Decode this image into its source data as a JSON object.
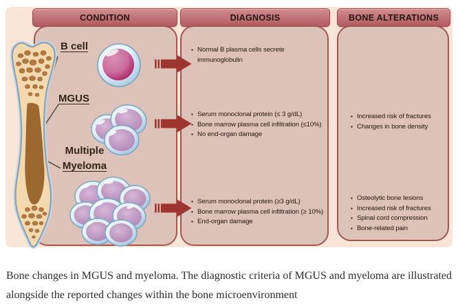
{
  "headers": {
    "condition": "CONDITION",
    "diagnosis": "DIAGNOSIS",
    "bone_alterations": "BONE ALTERATIONS"
  },
  "condition": {
    "b_cell_label": "B cell",
    "mgus_label": "MGUS",
    "myeloma_label_line1": "Multiple",
    "myeloma_label_line2": "Myeloma"
  },
  "diagnosis": {
    "b_cell": [
      "Normal B plasma cells secrete immunoglobulin"
    ],
    "mgus": [
      "Serum monoclonal protein (≤ 3 g/dL)",
      "Bone marrow plasma cell infiltration (≤10%)",
      "No end-organ damage"
    ],
    "myeloma": [
      "Serum monoclonal protein (≥3 g/dL)",
      "Bone marrow plasma cell infiltration (≥ 10%)",
      "End-organ damage"
    ]
  },
  "bone_alterations": {
    "mgus": [
      "Increased risk of fractures",
      "Changes in bone density"
    ],
    "myeloma": [
      "Osteolytic bone lesions",
      "Increased risk of fractures",
      "Spinal cord compression",
      "Bone-related pain"
    ]
  },
  "caption": "Bone changes in MGUS and myeloma. The diagnostic criteria of MGUS and myeloma are illustrated alongside the reported changes within the bone microenvironment",
  "colors": {
    "figure_background": "#f9e4d8",
    "box_fill": "#dcc2b8",
    "box_border": "#a3554c",
    "header_gradient_top": "#d08e92",
    "header_gradient_bottom": "#b25a60",
    "arrow": "#9d3531",
    "bone_fill": "#f4d9ae",
    "cell_ring": "#bcd9ec",
    "cell_mauve": "#c7a6c9",
    "b_cell_core": "#b12766"
  }
}
